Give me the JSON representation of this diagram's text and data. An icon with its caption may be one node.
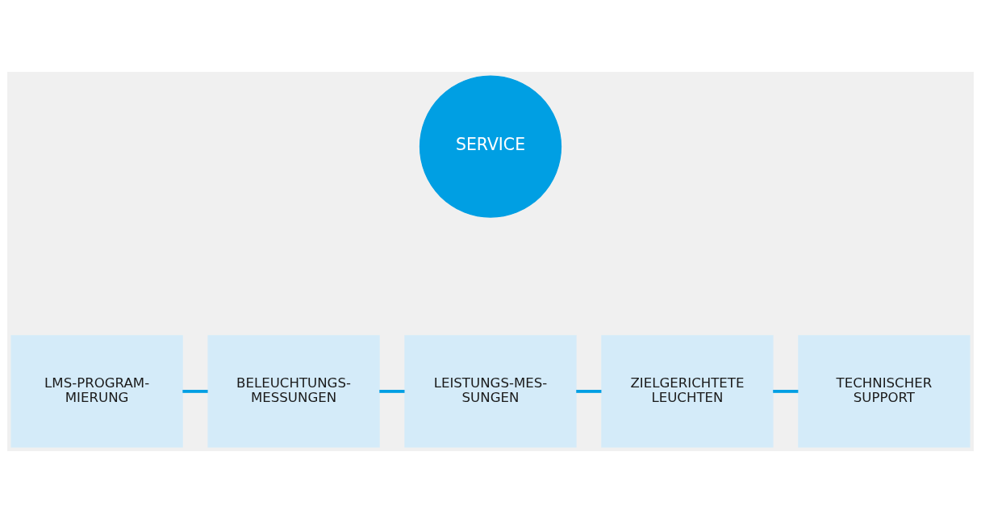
{
  "diagram": {
    "nodes": [
      {
        "text": [
          "SERVICE"
        ]
      },
      {
        "text": [
          "LMS-PROGRAM- MIERUNG"
        ]
      },
      {
        "text": [
          "BELEUCHTUNGS- MESSUNGEN"
        ]
      },
      {
        "text": [
          "LEISTUNGS-MES- SUNGEN"
        ]
      },
      {
        "text": [
          "ZIELGERICHTETE LEUCHTEN"
        ]
      },
      {
        "text": [
          "TECHNISCHER SUPPORT"
        ]
      }
    ],
    "edges": [
      {
        "from": 1,
        "to": 2,
        "arrow": "none"
      },
      {
        "from": 2,
        "to": 3,
        "arrow": "none"
      },
      {
        "from": 3,
        "to": 4,
        "arrow": "none"
      },
      {
        "from": 4,
        "to": 5,
        "arrow": "none"
      }
    ]
  }
}
